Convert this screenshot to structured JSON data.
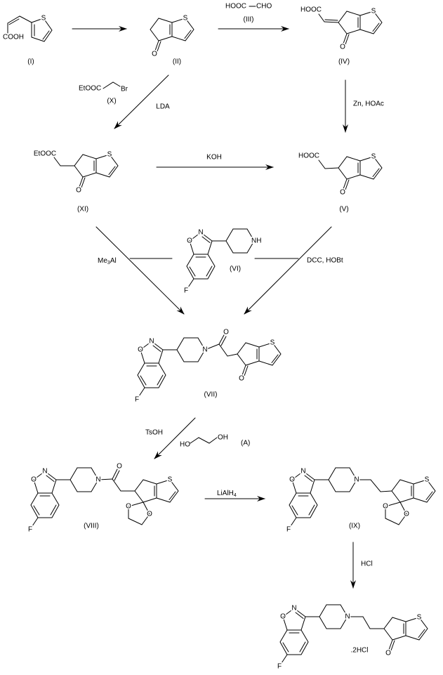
{
  "atoms": {
    "S": "S",
    "O": "O",
    "N": "N",
    "F": "F",
    "NH": "NH"
  },
  "compounds": {
    "I": {
      "label": "(I)",
      "group": "COOH"
    },
    "II": {
      "label": "(II)"
    },
    "III": {
      "label": "(III)",
      "left": "HOOC",
      "right": "CHO"
    },
    "IV": {
      "label": "(IV)",
      "group": "HOOC"
    },
    "V": {
      "label": "(V)",
      "group": "HOOC"
    },
    "VI": {
      "label": "(VI)"
    },
    "VII": {
      "label": "(VII)"
    },
    "VIII": {
      "label": "(VIII)"
    },
    "IX": {
      "label": "(IX)"
    },
    "X": {
      "label": "(X)",
      "left": "EtOOC",
      "right": "Br"
    },
    "XI": {
      "label": "(XI)",
      "group": "EtOOC"
    },
    "A": {
      "label": "(A)",
      "left": "HO",
      "right": "OH"
    },
    "final": {
      "salt": ".2HCl"
    }
  },
  "reagents": {
    "lda": "LDA",
    "zn_hoac": "Zn, HOAc",
    "koh": "KOH",
    "me3al": {
      "main": "Me",
      "sub": "3",
      "tail": "Al"
    },
    "dcc_hobt": "DCC, HOBt",
    "tsoh": "TsOH",
    "lialh4": {
      "main": "LiAlH",
      "sub": "4"
    },
    "hcl": "HCl"
  }
}
